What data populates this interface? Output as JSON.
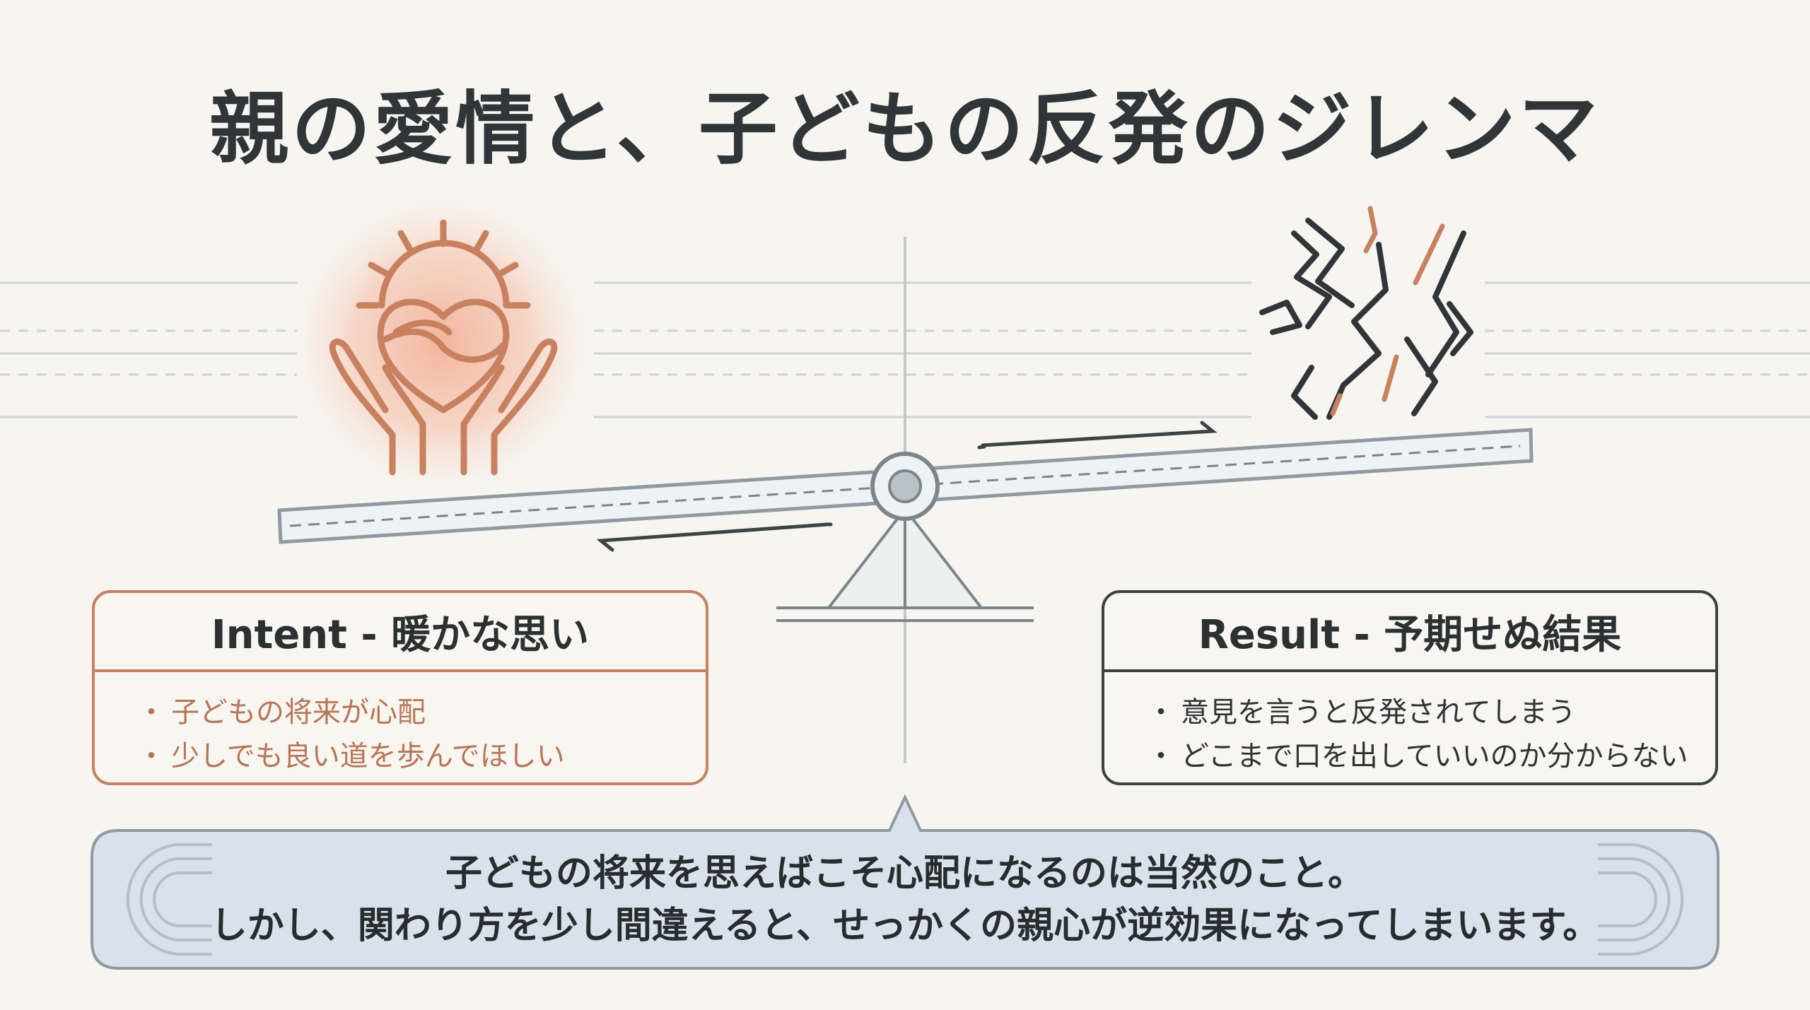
{
  "title": "親の愛情と、子どもの反発のジレンマ",
  "intent": {
    "heading": "Intent - 暖かな思い",
    "points": [
      "子どもの将来が心配",
      "少しでも良い道を歩んでほしい"
    ]
  },
  "result": {
    "heading": "Result - 予期せぬ結果",
    "points": [
      "意見を言うと反発されてしまう",
      "どこまで口を出していいのか分からない"
    ]
  },
  "message": {
    "line1": "子どもの将来を思えばこそ心配になるのは当然のこと。",
    "line2": "しかし、関わり方を少し間違えると、せっかくの親心が逆効果になってしまいます。"
  },
  "icons": {
    "left": "heart-in-hands-sun-icon",
    "right": "cracked-broken-icon"
  },
  "colors": {
    "background": "#f6f5f0",
    "accent_warm": "#c9805f",
    "dark": "#3c4346",
    "message_box": "#d9e2ea"
  }
}
